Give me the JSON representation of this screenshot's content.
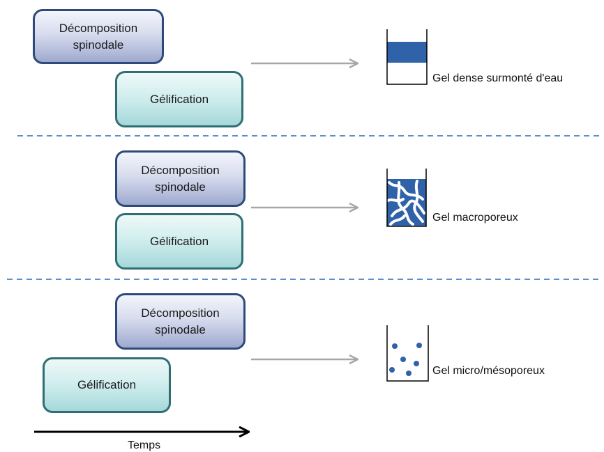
{
  "rows": [
    {
      "decomposition_label": "Décomposition\nspinodale",
      "gelification_label": "Gélification",
      "result_label": "Gel dense surmonté d'eau"
    },
    {
      "decomposition_label": "Décomposition\nspinodale",
      "gelification_label": "Gélification",
      "result_label": "Gel macroporeux"
    },
    {
      "decomposition_label": "Décomposition\nspinodale",
      "gelification_label": "Gélification",
      "result_label": "Gel micro/mésoporeux"
    }
  ],
  "time_axis_label": "Temps",
  "colors": {
    "decomposition_border": "#2e4a7a",
    "gelification_border": "#2f6f73",
    "arrow_gray": "#a6a6a6",
    "separator_blue": "#5b8fc9",
    "gel_blue": "#2f62a8"
  }
}
